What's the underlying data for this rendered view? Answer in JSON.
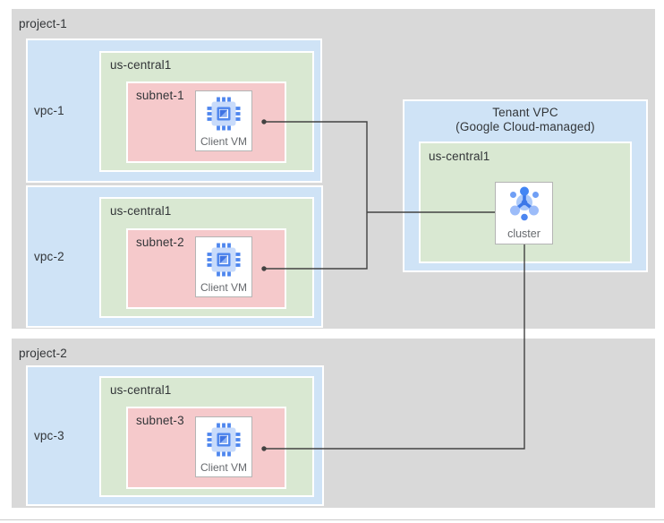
{
  "projects": [
    {
      "label": "project-1",
      "vpcs": [
        {
          "label": "vpc-1",
          "region": {
            "label": "us-central1",
            "subnet": {
              "label": "subnet-1",
              "vm": {
                "label": "Client VM",
                "icon": "compute-engine-icon"
              }
            }
          }
        },
        {
          "label": "vpc-2",
          "region": {
            "label": "us-central1",
            "subnet": {
              "label": "subnet-2",
              "vm": {
                "label": "Client VM",
                "icon": "compute-engine-icon"
              }
            }
          }
        }
      ]
    },
    {
      "label": "project-2",
      "vpcs": [
        {
          "label": "vpc-3",
          "region": {
            "label": "us-central1",
            "subnet": {
              "label": "subnet-3",
              "vm": {
                "label": "Client VM",
                "icon": "compute-engine-icon"
              }
            }
          }
        }
      ]
    }
  ],
  "tenant_vpc": {
    "title": "Tenant VPC",
    "subtitle": "(Google Cloud-managed)",
    "region": {
      "label": "us-central1"
    },
    "cluster": {
      "label": "cluster",
      "icon": "cluster-icon"
    }
  },
  "connections": [
    {
      "from": "project-1 / vpc-1 / subnet-1 / Client VM",
      "to": "Tenant VPC / cluster"
    },
    {
      "from": "project-1 / vpc-2 / subnet-2 / Client VM",
      "to": "Tenant VPC / cluster"
    },
    {
      "from": "project-2 / vpc-3 / subnet-3 / Client VM",
      "to": "Tenant VPC / cluster"
    }
  ],
  "colors": {
    "project_bg": "#d9d9d9",
    "vpc_bg": "#cfe3f6",
    "region_bg": "#d9e8d2",
    "subnet_bg": "#f5c9cb",
    "node_bg": "#ffffff",
    "node_border": "#b4b4b4",
    "connector": "#424242",
    "label_text": "#323538",
    "node_label_text": "#66696d",
    "icon_blue_dark": "#3e73e3",
    "icon_blue_mid": "#4e86ee",
    "icon_blue_light": "#c8dbfb"
  }
}
